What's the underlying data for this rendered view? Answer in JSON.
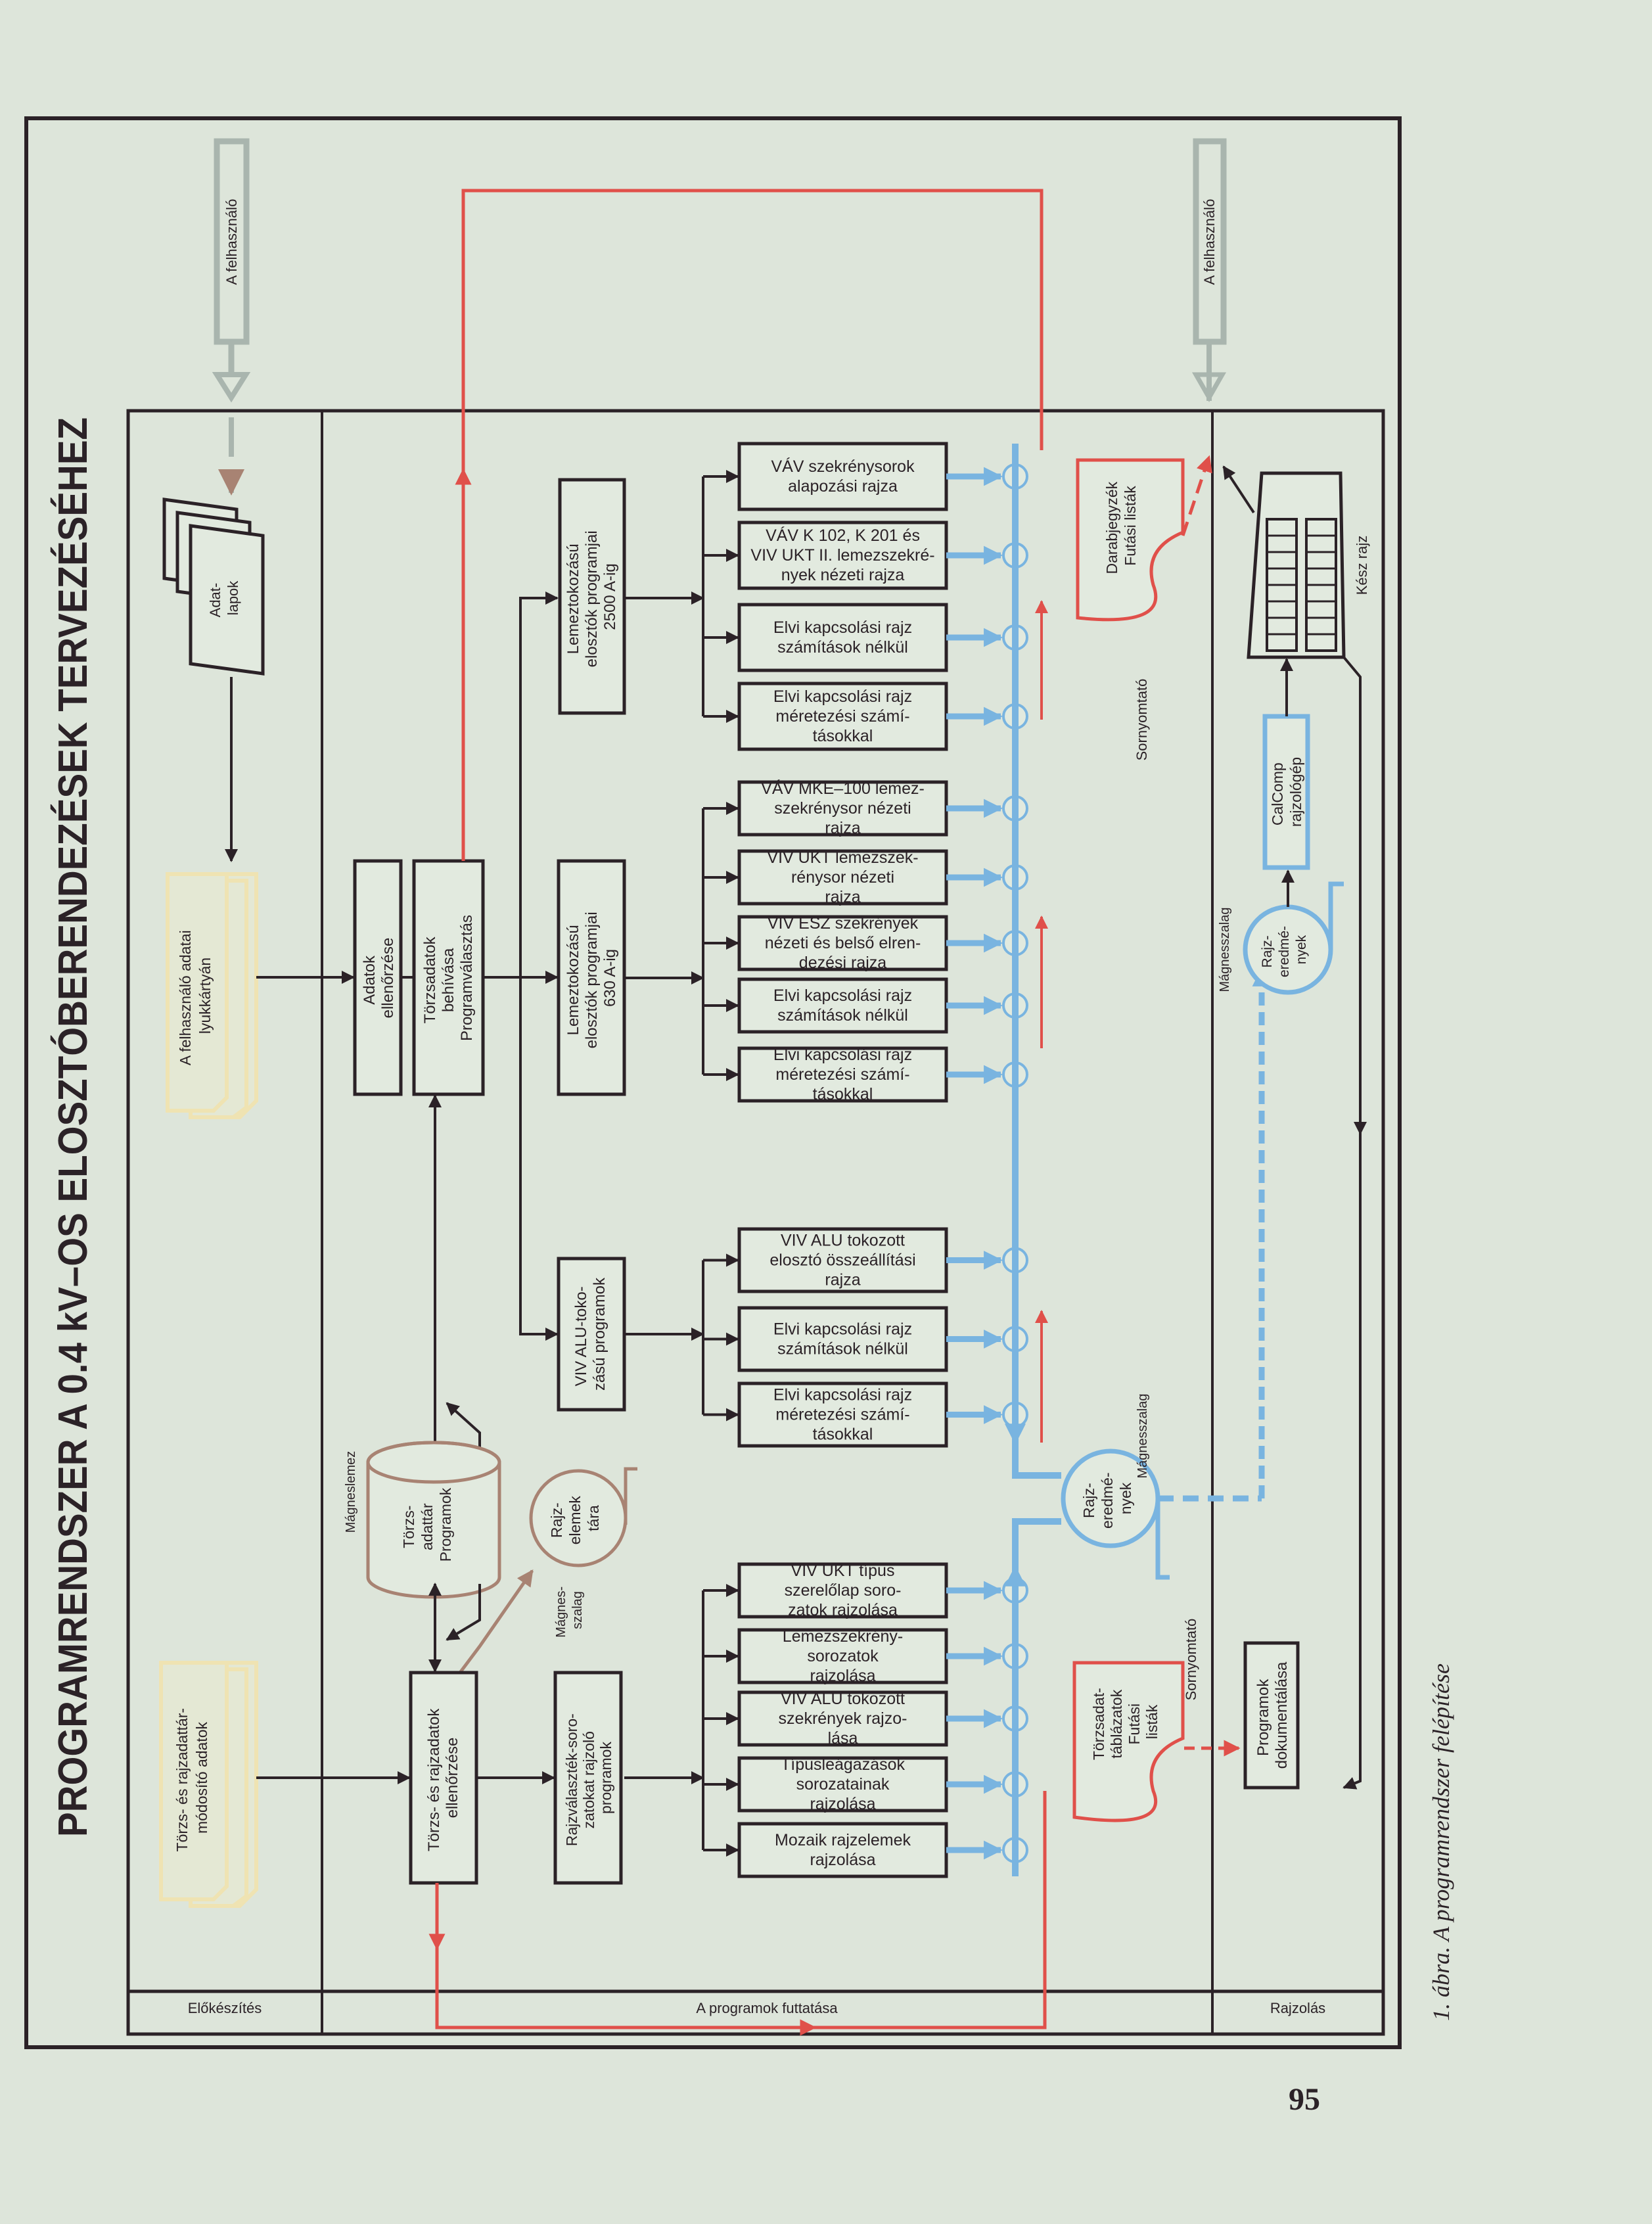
{
  "title": "PROGRAMRENDSZER A 0.4 kV–OS ELOSZTÓBERENDEZÉSEK TERVEZÉSÉHEZ",
  "lanes": {
    "prep": "Előkészítés",
    "run": "A programok futtatása",
    "plot": "Rajzolás"
  },
  "user_in": "A felhasználó",
  "user_out": "A felhasználó",
  "datasheets": [
    "Adat-",
    "lapok"
  ],
  "punchcards_user": [
    "A felhasználó adatai",
    "lyukkártyán"
  ],
  "punchcards_master": [
    "Törzs- és rajzadattár-",
    "módosító adatok"
  ],
  "check_data": [
    "Adatok",
    "ellenőrzése"
  ],
  "load_master": [
    "Törzsadatok",
    "behívása",
    "Programválasztás"
  ],
  "check_master": [
    "Törzs- és rajzadatok",
    "ellenőrzése"
  ],
  "drawing_set_programs": [
    "Rajzválaszték-soro-",
    "zatokat rajzoló",
    "programok"
  ],
  "master_store": [
    "Törzs-",
    "adattár",
    "Programok"
  ],
  "master_store_medium": "Mágneslemez",
  "element_store": [
    "Rajz-",
    "elemek",
    "tára"
  ],
  "element_store_medium": [
    "Mágnes-",
    "szalag"
  ],
  "prog_630": [
    "Lemeztokozású",
    "elosztók programjai",
    "630 A-ig"
  ],
  "prog_2500": [
    "Lemeztokozású",
    "elosztók programjai",
    "2500 A-ig"
  ],
  "prog_alu": [
    "VIV ALU-toko-",
    "zású programok"
  ],
  "outputs": [
    {
      "lines": [
        "VÁV szekrénysorok",
        "alapozási rajza"
      ]
    },
    {
      "lines": [
        "VÁV K 102, K 201 és",
        "VIV UKT II. lemezszekré-",
        "nyek nézeti rajza"
      ]
    },
    {
      "lines": [
        "Elvi kapcsolási rajz",
        "számítások nélkül"
      ]
    },
    {
      "lines": [
        "Elvi kapcsolási rajz",
        "méretezési számí-",
        "tásokkal"
      ]
    },
    {
      "lines": [
        "VÁV MKE–100 lemez-",
        "szekrénysor nézeti",
        "rajza"
      ]
    },
    {
      "lines": [
        "VIV UKT lemezszek-",
        "rénysor nézeti",
        "rajza"
      ]
    },
    {
      "lines": [
        "VIV ESZ szekrények",
        "nézeti és belső elren-",
        "dezési rajza"
      ]
    },
    {
      "lines": [
        "Elvi kapcsolási rajz",
        "számítások nélkül"
      ]
    },
    {
      "lines": [
        "Elvi kapcsolási rajz",
        "méretezési számí-",
        "tásokkal"
      ]
    },
    {
      "lines": [
        "VIV ALU tokozott",
        "elosztó összeállítási",
        "rajza"
      ]
    },
    {
      "lines": [
        "Elvi kapcsolási rajz",
        "számítások nélkül"
      ]
    },
    {
      "lines": [
        "Elvi kapcsolási rajz",
        "méretezési számí-",
        "tásokkal"
      ]
    },
    {
      "lines": [
        "VIV UKT típus",
        "szerelőlap soro-",
        "zatok rajzolása"
      ]
    },
    {
      "lines": [
        "Lemezszekrény-",
        "sorozatok",
        "rajzolása"
      ]
    },
    {
      "lines": [
        "VIV ALU tokozott",
        "szekrények rajzo-",
        "lása"
      ]
    },
    {
      "lines": [
        "Típusleágazások",
        "sorozatainak",
        "rajzolása"
      ]
    },
    {
      "lines": [
        "Mozaik rajzelemek",
        "rajzolása"
      ]
    }
  ],
  "printer1": [
    "Darabjegyzék",
    "Futási listák"
  ],
  "printer1_label": "Sornyomtató",
  "printer2": [
    "Törzsadat-",
    "táblázatok",
    "Futási",
    "listák"
  ],
  "printer2_label": "Sornyomtató",
  "tape_results": [
    "Rajz-",
    "eredmé-",
    "nyek"
  ],
  "tape_results_medium": "Mágnesszalag",
  "tape_results2": [
    "Rajz-",
    "eredmé-",
    "nyek"
  ],
  "tape_results2_medium": "Mágnesszalag",
  "plotter": [
    "CalComp",
    "rajzológép"
  ],
  "finished_drawing": "Kész rajz",
  "documentation": [
    "Programok",
    "dokumentálása"
  ],
  "caption": "1. ábra. A programrendszer felépítése",
  "page_number": "95",
  "colors": {
    "paper": "#dde5da",
    "ink": "#2b2227",
    "red_flow": "#e0504a",
    "blue_flow": "#79b4e0",
    "brown_flow": "#a88373",
    "punchcard": "#efe3b2",
    "user": "#a9b5ae"
  }
}
